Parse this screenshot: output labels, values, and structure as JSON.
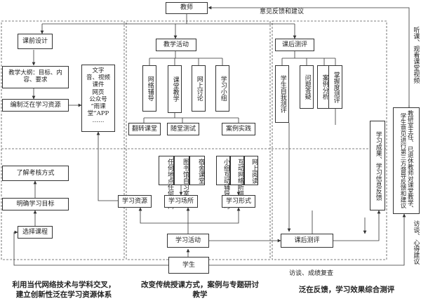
{
  "nodes": {
    "teacher": "教师",
    "student": "学生",
    "pre_class_design": "课前设计",
    "syllabus": "教学大纲：目标、内容、要求",
    "compile_resources": "编制泛在学习资源",
    "media_types": "文字\n音、视频\n课件\n网页\n公众号\n“雨课\n堂”APP\n……",
    "teaching_activities": "教学活动",
    "online_tutoring": "网络辅导",
    "classroom_teaching": "课堂教学",
    "online_discussion": "网上讨论",
    "study_group": "学习小组",
    "flipped_class": "翻转课堂",
    "quiz": "随堂测试",
    "case_practice": "案例实践",
    "post_class_eval": "课后测评",
    "self_eval": "学生自我测评",
    "qa": "问题答疑",
    "case_analysis": "案例分析",
    "mastery_feedback": "掌握度测评",
    "learning_outcome_feedback": "学习成果、学习信息反馈",
    "teaching_office": "教研室主任、已退休教师对课堂教学、学生意见进行第三方督导反馈和建议",
    "anytime_anywhere": "任何地点任何时间",
    "library_self_study": "图书馆自习室",
    "dormitory": "宿舍课堂",
    "group_interaction": "小组互动辅导学习",
    "online_listening": "互动网络听讲",
    "online_reading": "网上阅读",
    "learning_resources": "学习资源",
    "learning_places": "学习场所",
    "learning_forms": "学习形式",
    "know_assessment": "了解考核方式",
    "clarify_goals": "明确学习目标",
    "choose_course": "选择课程",
    "learning_activities": "学习活动",
    "post_class_eval_2": "课后测评"
  },
  "labels": {
    "feedback_suggestions": "意见反馈和建议",
    "observe_class": "听课、观看课堂视频",
    "interview_suggestions": "访谈、心得建议",
    "visit_review": "访谈、成绩复查"
  },
  "captions": {
    "left": "利用当代网络技术与学科交叉，\n建立创新性泛在学习资源体系",
    "middle": "改变传统授课方式，案例与专题研讨\n教学",
    "right": "泛在反馈，学习效果综合测评"
  }
}
